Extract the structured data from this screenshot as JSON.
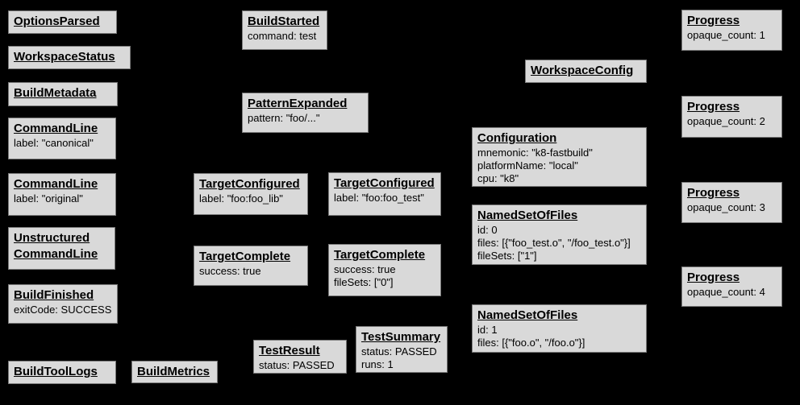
{
  "palette": {
    "background": "#000000",
    "box_fill": "#d9d9d9",
    "box_border": "#7a7a7a",
    "text": "#000000"
  },
  "boxes": [
    {
      "title": "OptionsParsed",
      "lines": []
    },
    {
      "title": "WorkspaceStatus",
      "lines": []
    },
    {
      "title": "BuildMetadata",
      "lines": []
    },
    {
      "title": "CommandLine",
      "lines": [
        "label: \"canonical\""
      ]
    },
    {
      "title": "CommandLine",
      "lines": [
        "label: \"original\""
      ]
    },
    {
      "title": "Unstructured\nCommandLine",
      "lines": []
    },
    {
      "title": "BuildFinished",
      "lines": [
        "exitCode: SUCCESS"
      ]
    },
    {
      "title": "BuildToolLogs",
      "lines": []
    },
    {
      "title": "BuildMetrics",
      "lines": []
    },
    {
      "title": "BuildStarted",
      "lines": [
        "command: test"
      ]
    },
    {
      "title": "PatternExpanded",
      "lines": [
        "pattern: \"foo/...\""
      ]
    },
    {
      "title": "TargetConfigured",
      "lines": [
        "label: \"foo:foo_lib\""
      ]
    },
    {
      "title": "TargetConfigured",
      "lines": [
        "label: \"foo:foo_test\""
      ]
    },
    {
      "title": "TargetComplete",
      "lines": [
        "success: true"
      ]
    },
    {
      "title": "TargetComplete",
      "lines": [
        "success: true",
        "fileSets: [\"0\"]"
      ]
    },
    {
      "title": "TestResult",
      "lines": [
        "status: PASSED"
      ]
    },
    {
      "title": "TestSummary",
      "lines": [
        "status: PASSED",
        "runs: 1"
      ]
    },
    {
      "title": "WorkspaceConfig",
      "lines": []
    },
    {
      "title": "Configuration",
      "lines": [
        "mnemonic: \"k8-fastbuild\"",
        "platformName: \"local\"",
        "cpu: \"k8\""
      ]
    },
    {
      "title": "NamedSetOfFiles",
      "lines": [
        "id: 0",
        "files: [{\"foo_test.o\", \"/foo_test.o\"}]",
        "fileSets: [\"1\"]"
      ]
    },
    {
      "title": "NamedSetOfFiles",
      "lines": [
        "id: 1",
        "files: [{\"foo.o\", \"/foo.o\"}]"
      ]
    },
    {
      "title": "Progress",
      "lines": [
        "opaque_count: 1"
      ]
    },
    {
      "title": "Progress",
      "lines": [
        "opaque_count: 2"
      ]
    },
    {
      "title": "Progress",
      "lines": [
        "opaque_count: 3"
      ]
    },
    {
      "title": "Progress",
      "lines": [
        "opaque_count: 4"
      ]
    }
  ]
}
